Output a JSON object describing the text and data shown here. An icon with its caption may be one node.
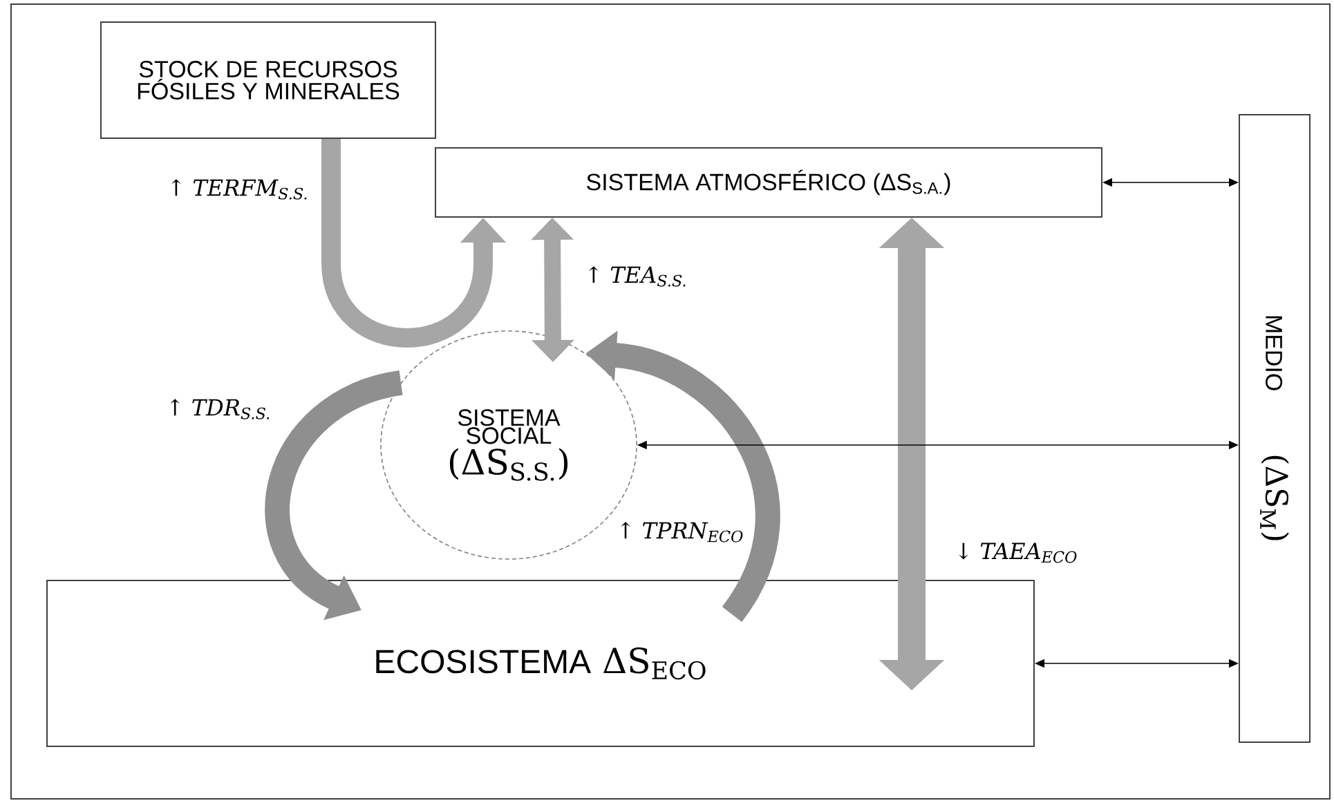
{
  "diagram": {
    "nodes": [
      {
        "text": [
          "STOCK DE RECURSOS FÓSILES Y MINERALES"
        ]
      },
      {
        "text": [
          "SISTEMA ATMOSFÉRICO (ΔS$_{S.A.}$)"
        ]
      },
      {
        "text": [
          "SISTEMA SOCIAL",
          "(ΔS$_{S.S.}$)"
        ]
      },
      {
        "text": [
          "ECOSISTEMA",
          "ΔS$_{ECO}$"
        ]
      },
      {
        "text": [
          "MEDIO",
          "(ΔS$_{M}$)"
        ]
      }
    ],
    "edges": [
      {
        "from": 0,
        "to": 1,
        "arrow": "to",
        "label": "↑ TERFM$_{S.S.}$"
      },
      {
        "from": 2,
        "to": 1,
        "arrow": "both",
        "label": "↑ TEA$_{S.S.}$"
      },
      {
        "from": 2,
        "to": 3,
        "arrow": "to",
        "label": "↑ TDR$_{S.S.}$",
        "color": "#8f8f8f"
      },
      {
        "from": 3,
        "to": 2,
        "arrow": "to",
        "label": "↑ TPRN$_{ECO}$",
        "color": "#8f8f8f"
      },
      {
        "from": 1,
        "to": 3,
        "arrow": "both",
        "label": "↓ TAEA$_{ECO}$"
      },
      {
        "from": 1,
        "to": 4,
        "arrow": "both",
        "color": "#000000"
      },
      {
        "from": 2,
        "to": 4,
        "arrow": "both",
        "color": "#000000"
      },
      {
        "from": 3,
        "to": 4,
        "arrow": "both",
        "color": "#000000"
      }
    ]
  }
}
